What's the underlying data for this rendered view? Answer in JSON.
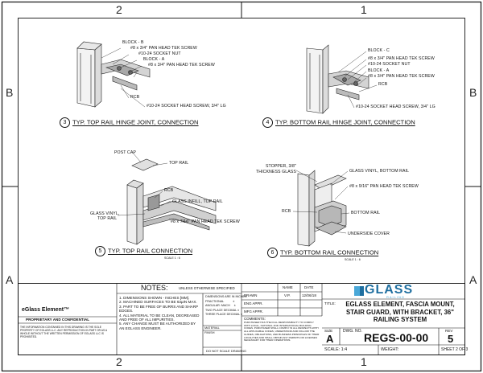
{
  "zones": {
    "top": [
      "2",
      "1"
    ],
    "bottom": [
      "2",
      "1"
    ],
    "left": [
      "B",
      "A"
    ],
    "right": [
      "B",
      "A"
    ]
  },
  "detail3": {
    "labels": [
      "BLOCK - B",
      "#8 x 3/4\" PAN HEAD TEK SCREW",
      "#10-24 SOCKET NUT",
      "BLOCK - A",
      "#8 x 3/4\" PAN HEAD TEK SCREW",
      "RCB",
      "#10-24 SOCKET HEAD SCREW, 3/4\" LG"
    ],
    "num": "3",
    "title": "TYP. TOP RAIL HINGE JOINT, CONNECTION"
  },
  "detail4": {
    "labels": [
      "BLOCK - C",
      "#8 x 3/4\" PAN HEAD TEK SCREW",
      "#10-24 SOCKET NUT",
      "BLOCK - A",
      "#8 x 3/4\" PAN HEAD TEK SCREW",
      "RCB",
      "#10-24 SOCKET HEAD SCREW, 3/4\" LG"
    ],
    "num": "4",
    "title": "TYP. BOTTOM RAIL HINGE JOINT, CONNECTION"
  },
  "detail5": {
    "labels": [
      "POST CAP",
      "TOP RAIL",
      "RCB",
      "GLASS INFILL, TOP RAIL",
      "GLASS VINYL,",
      "TOP RAIL",
      "#8 x 7/16\" PAN HEAD TEK SCREW"
    ],
    "num": "5",
    "title": "TYP. TOP RAIL CONNECTION",
    "scale": "SCALE 1 : 6"
  },
  "detail6": {
    "labels": [
      "STOPPER, 3/8\"",
      "THICKNESS GLASS",
      "GLASS VINYL, BOTTOM RAIL",
      "#8 x 9/16\" PAN HEAD TEK SCREW",
      "RCB",
      "BOTTOM RAIL",
      "UNDERSIDE COVER"
    ],
    "num": "6",
    "title": "TYP. BOTTOM RAIL CONNECTION",
    "scale": "SCALE 1 : 6"
  },
  "title_block": {
    "company": "eGlass Element™",
    "proprietary": "PROPRIETARY AND CONFIDENTIAL",
    "confidential_text": "THE INFORMATION CONTAINED IN THIS DRAWING IS THE SOLE PROPERTY OF EGLASS LLC. ANY REPRODUCTION IN PART OR AS A WHOLE WITHOUT THE WRITTEN PERMISSION OF EGLASS LLC IS PROHIBITED.",
    "notes_header": "NOTES:",
    "unless": "UNLESS OTHERWISE SPECIFIED",
    "notes": [
      "1. DIMENSIONS SHOWN - INCHES [MM].",
      "2. MACHINED SURFACES TO BE 63µIN MAX.",
      "3. PART TO BE FREE OF BURRS AND SHARP EDGES.",
      "4. ALL MATERIAL TO BE CLEAN, DEGREASED AND FREE OF ALL IMPURITIES.",
      "5. ANY CHANGE MUST BE AUTHORIZED BY AN EGLASS ENGINEER."
    ],
    "dims": [
      "DIMENSIONS ARE IN INCHES",
      "FRACTIONAL",
      "ANGULAR: MACH",
      "TWO PLACE DECIMAL",
      "THREE PLACE DECIMAL"
    ],
    "dim_pm": "±",
    "material": "MATERIAL",
    "finish": "FINISH",
    "no_scale": "DO NOT SCALE DRAWING",
    "name_h": "NAME",
    "date_h": "DATE",
    "drawn": "DRAWN",
    "drawn_name": "V.P.",
    "drawn_date": "12/06/18",
    "eng": "ENG APPR.",
    "mfg": "MFG APPR.",
    "comments": "COMMENTS:",
    "comments_text": "PURCHASER HAS THE FULL RESPONSIBILITY TO COMPLY WITH LOCAL, NATIONAL AND INTERNATIONAL BUILDING CODES. PURCHASER SHALL COMPLY IN ALL RESPECTS WITH ALL APPLICABLE CODES, UNDERSTAND AND FOLLOW THE GUIDES, OBLIGATIONS, AND BUSINESS PRINCIPLES OF THEIR LOCALITIES AND SHALL OBTAIN ANY PERMITS OR LICENSES NECESSARY FOR THEIR OPERATIONS.",
    "logo_main": "GLASS",
    "logo_sub": "RAILING",
    "title_label": "TITLE:",
    "title": "EGLASS ELEMENT, FASCIA MOUNT, STAIR GUARD, WITH BRACKET, 36\" RAILING SYSTEM",
    "size_label": "SIZE",
    "size": "A",
    "dwg_label": "DWG.  NO.",
    "dwg": "REGS-00-00",
    "rev_label": "REV",
    "rev": "5",
    "scale": "SCALE: 1:4",
    "weight": "WEIGHT:",
    "sheet": "SHEET 2 OF 3"
  }
}
